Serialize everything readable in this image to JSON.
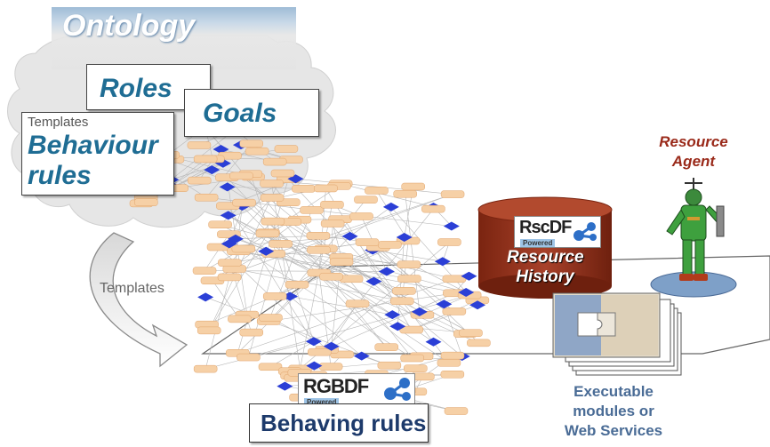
{
  "ontology": {
    "title": "Ontology",
    "roles_label": "Roles",
    "goals_label": "Goals",
    "templates_label": "Templates",
    "behaviour_rules_label_line1": "Behaviour",
    "behaviour_rules_label_line2": "rules"
  },
  "arrow": {
    "templates_label": "Templates"
  },
  "resource_history": {
    "logo_text": "RscDF",
    "logo_powered": "Powered",
    "label_line1": "Resource",
    "label_line2": "History"
  },
  "resource_agent": {
    "label_line1": "Resource",
    "label_line2": "Agent"
  },
  "executable": {
    "label_line1": "Executable",
    "label_line2": "modules or",
    "label_line3": "Web Services"
  },
  "behaving_rules": {
    "logo_text": "RGBDF",
    "logo_powered": "Powered",
    "label": "Behaving rules"
  },
  "colors": {
    "ontology_cloud": "#e6e6e6",
    "ontology_header": "#a9c5dd",
    "text_blue": "#1f6d94",
    "history_cylinder": "#8f2e18",
    "agent_label": "#9a2a1a",
    "executable_label": "#4a6c96",
    "rule_node_blue": "#2b3fd6",
    "rule_node_peach": "#f6d0a6"
  }
}
